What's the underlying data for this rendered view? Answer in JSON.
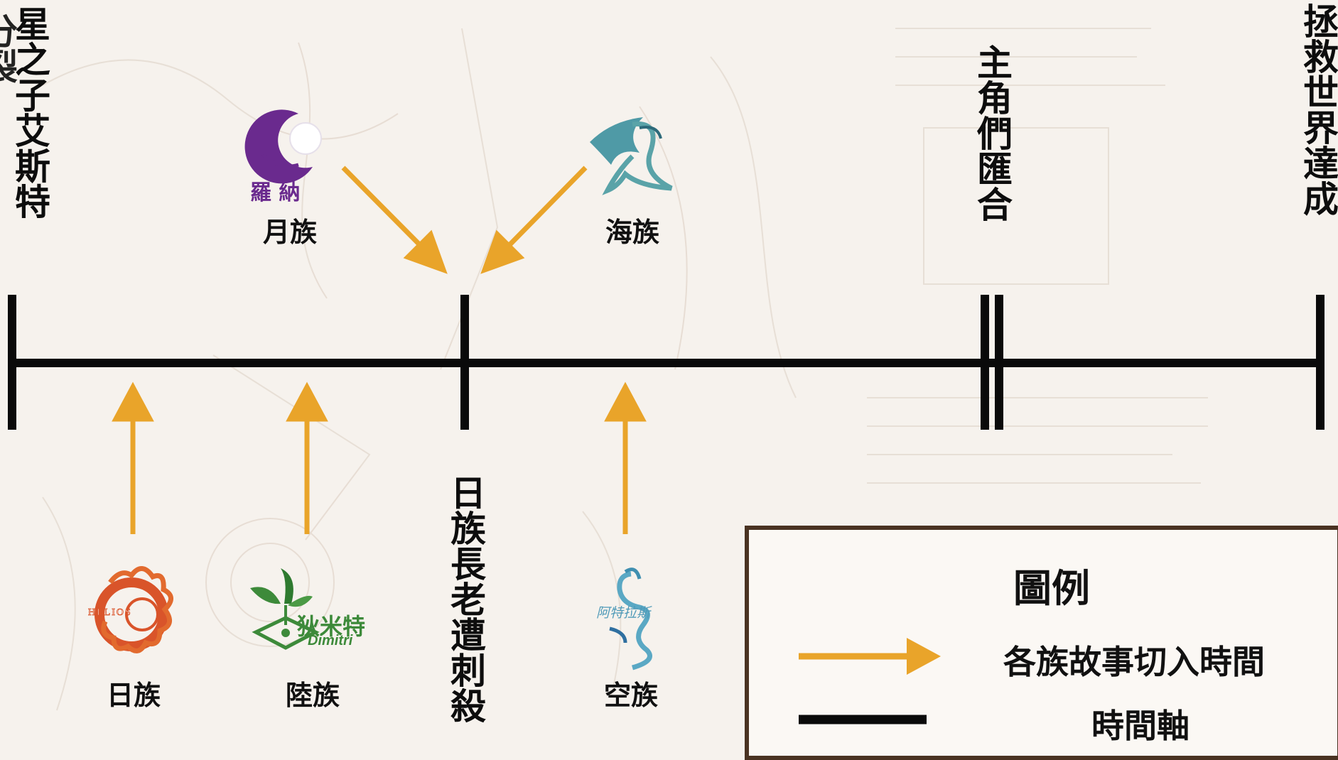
{
  "milestones": {
    "start": "星之子艾斯特",
    "start_partial": "分裂",
    "elder": "日族長老遭刺殺",
    "gather": "主角們匯合",
    "end": "拯救世界達成"
  },
  "tribes": {
    "moon": {
      "label": "月族",
      "logo_text": "羅 納",
      "icon": "crescent-moon-icon"
    },
    "sea": {
      "label": "海族",
      "icon": "sea-dragon-icon"
    },
    "sun": {
      "label": "日族",
      "logo_text": "HELIOS",
      "icon": "sun-flame-icon"
    },
    "land": {
      "label": "陸族",
      "logo_text": "狄米特",
      "logo_subtext": "Dimitri",
      "icon": "sprout-icon"
    },
    "sky": {
      "label": "空族",
      "logo_text": "阿特拉斯",
      "icon": "sky-dragon-icon"
    }
  },
  "legend": {
    "title": "圖例",
    "arrow_label": "各族故事切入時間",
    "line_label": "時間軸"
  },
  "colors": {
    "arrow": "#e9a42a",
    "timeline": "#0a0a0a",
    "legend_border": "#4a3322",
    "moon_purple": "#6a2a8e",
    "sea_teal": "#5aa3a8",
    "sun_orange": "#d9542a",
    "land_green": "#3d8a3a",
    "sky_blue": "#5aa8c4"
  }
}
